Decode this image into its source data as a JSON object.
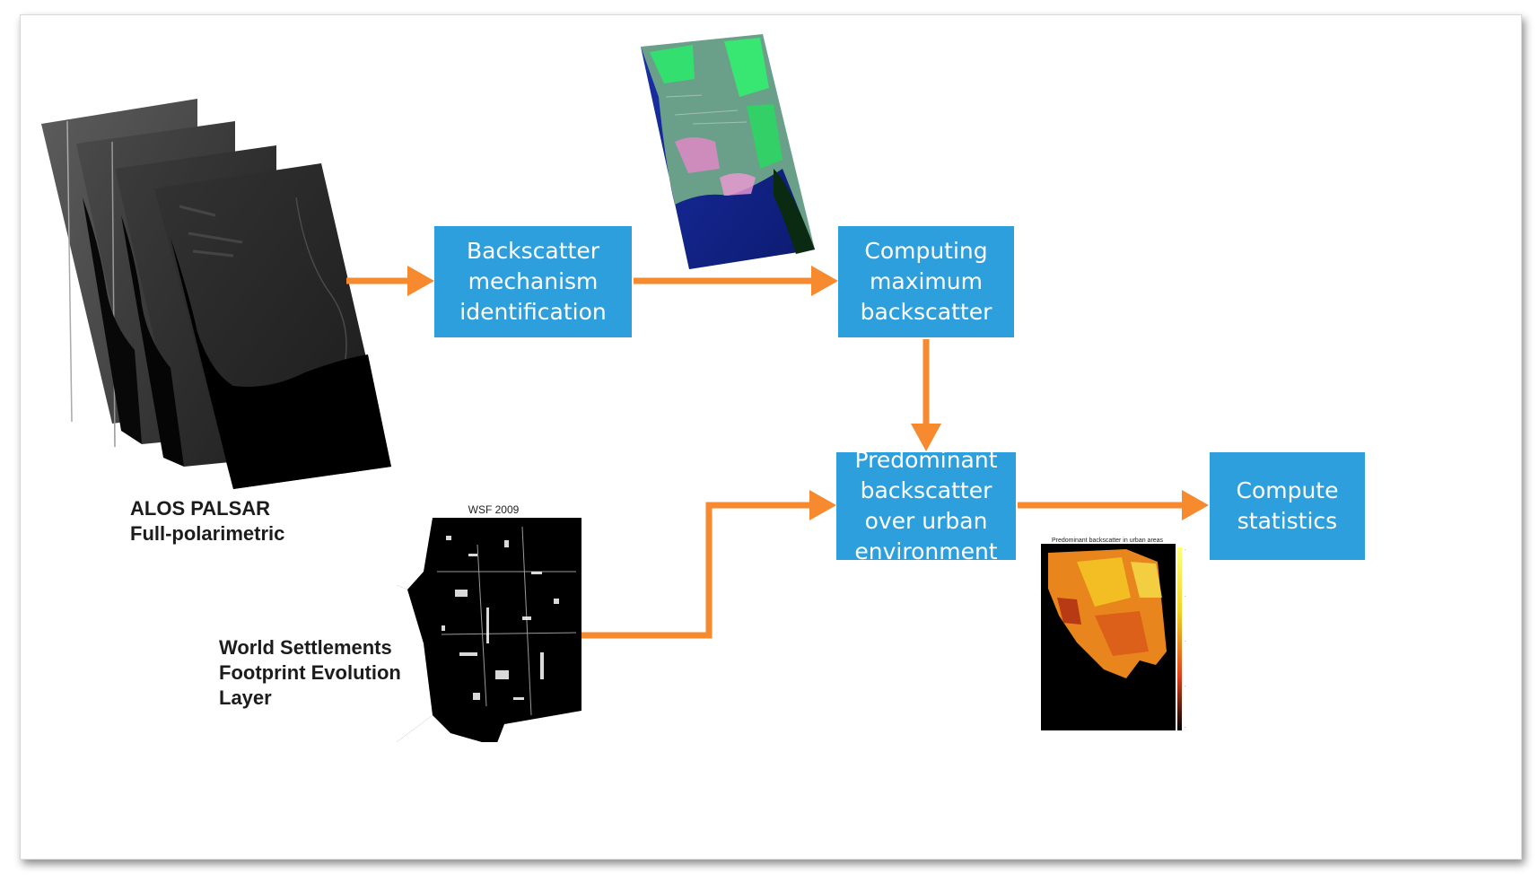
{
  "colors": {
    "box_fill": "#2d9fdc",
    "box_text": "#ffffff",
    "arrow": "#f7892f",
    "label_text": "#1c1c1c"
  },
  "boxes": {
    "backscatter_id": "Backscatter mechanism identification",
    "max_backscatter": "Computing maximum backscatter",
    "predominant": "Predominant backscatter over urban environment",
    "statistics": "Compute statistics"
  },
  "labels": {
    "alos": "ALOS PALSAR\nFull-polarimetric",
    "wsf": "World Settlements\nFootprint Evolution\nLayer"
  },
  "images": {
    "wsf_title": "WSF 2009",
    "result_title": "Predominant backscatter in urban areas"
  }
}
